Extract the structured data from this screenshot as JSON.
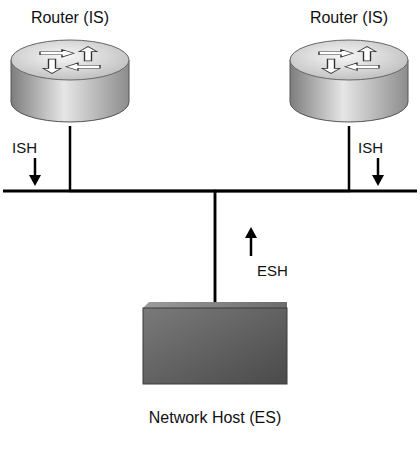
{
  "diagram": {
    "nodes": [
      {
        "text": [
          "Router (IS)"
        ]
      },
      {
        "text": [
          "Router (IS)"
        ]
      },
      {
        "text": [
          "Network Host (ES)"
        ]
      }
    ],
    "edges": [
      {
        "from": 0,
        "to": 2,
        "arrow": "none"
      },
      {
        "from": 1,
        "to": 2,
        "arrow": "none"
      }
    ],
    "labels": [
      "ISH",
      "ISH",
      "ESH"
    ]
  }
}
